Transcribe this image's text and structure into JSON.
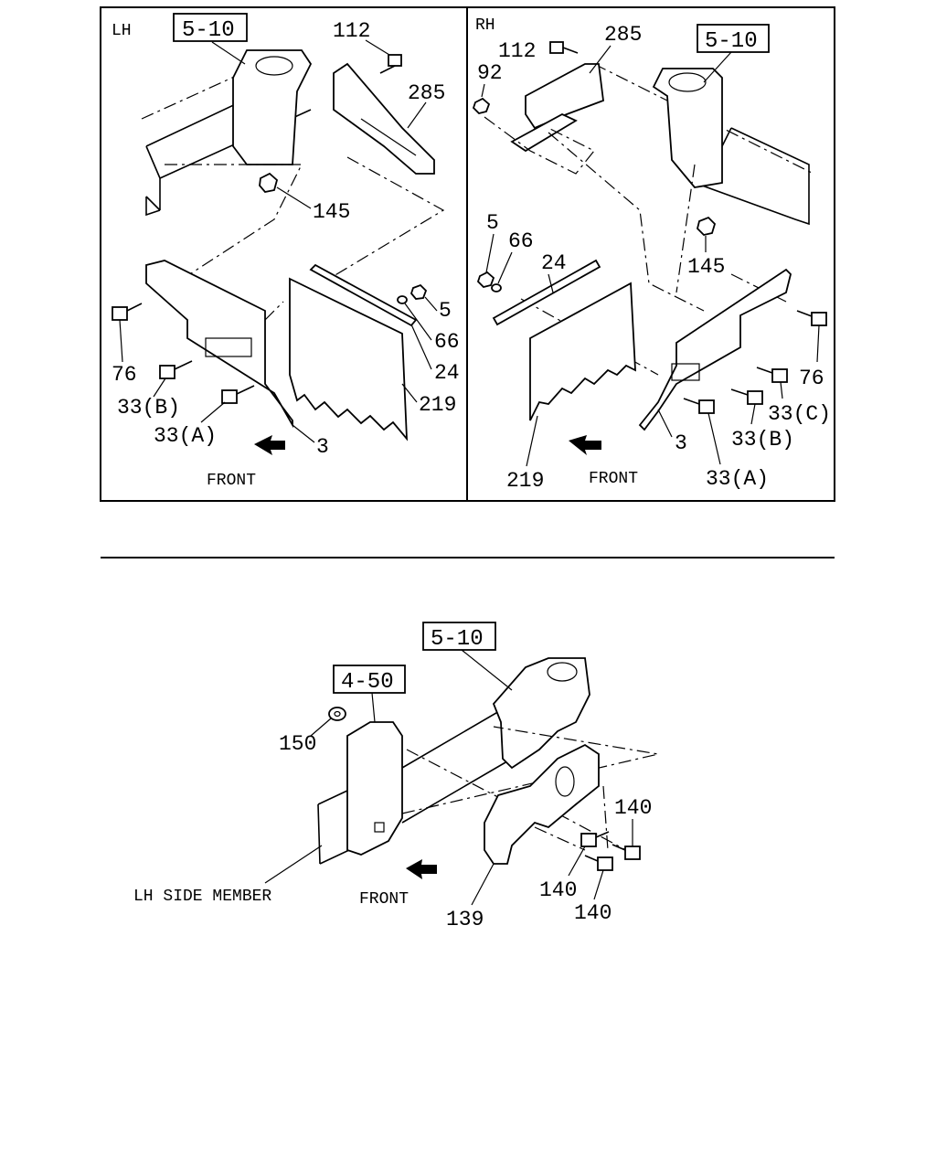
{
  "top_panel": {
    "left_view": {
      "side_label": "LH",
      "ref_box": "5-10",
      "front_label": "FRONT",
      "callouts": [
        "112",
        "285",
        "145",
        "5",
        "66",
        "24",
        "219",
        "3",
        "76",
        "33(B)",
        "33(A)"
      ]
    },
    "right_view": {
      "side_label": "RH",
      "ref_box": "5-10",
      "front_label": "FRONT",
      "callouts": [
        "112",
        "285",
        "92",
        "145",
        "5",
        "66",
        "24",
        "76",
        "33(C)",
        "3",
        "33(B)",
        "219",
        "33(A)"
      ]
    }
  },
  "bottom_diagram": {
    "ref_boxes": [
      "5-10",
      "4-50"
    ],
    "front_label": "FRONT",
    "member_label": "LH SIDE MEMBER",
    "callouts": [
      "150",
      "140",
      "140",
      "140",
      "139"
    ]
  },
  "icons": {
    "front_arrow": "front-direction-arrow-icon"
  }
}
